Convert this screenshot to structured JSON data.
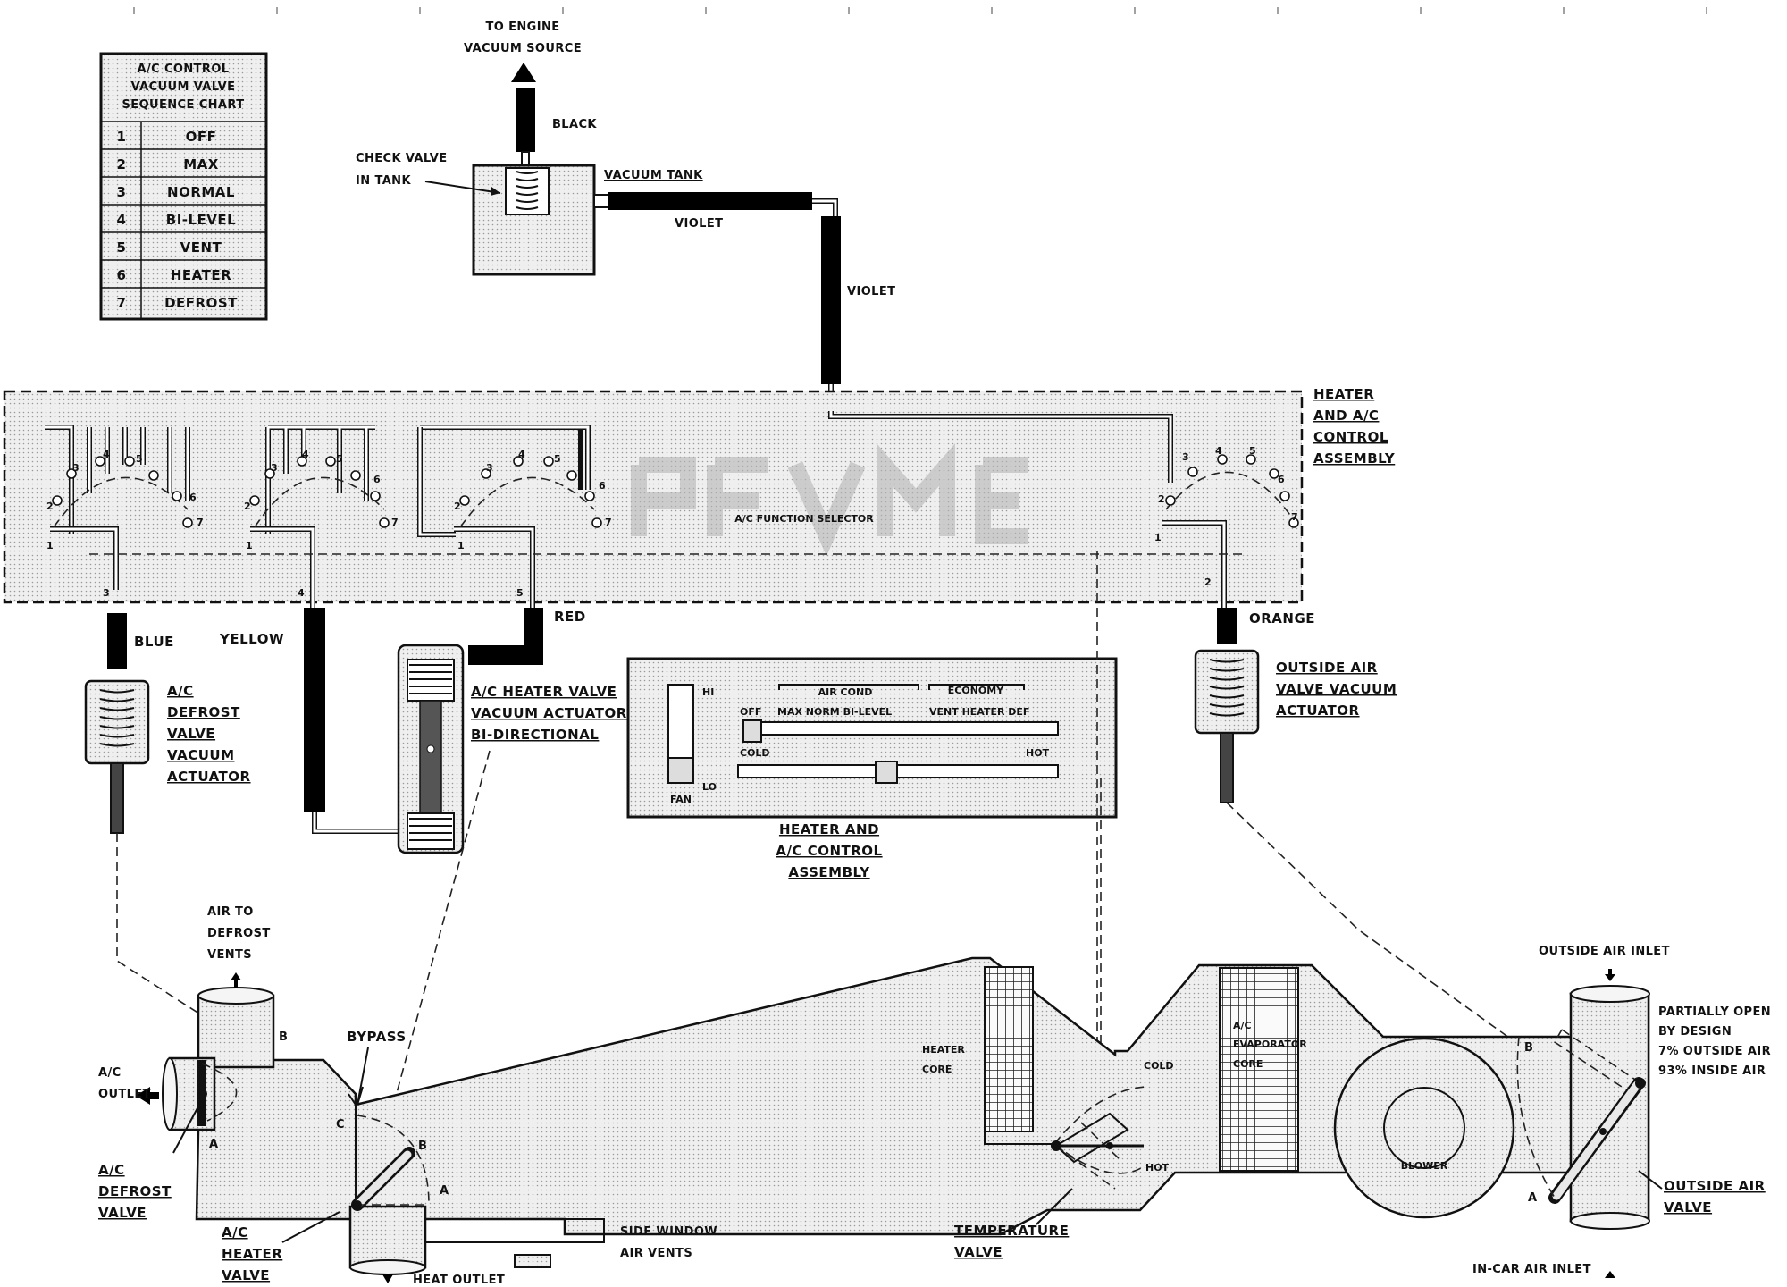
{
  "sequence_chart": {
    "title_lines": [
      "A/C CONTROL",
      "VACUUM VALVE",
      "SEQUENCE CHART"
    ],
    "rows": [
      {
        "num": "1",
        "label": "OFF"
      },
      {
        "num": "2",
        "label": "MAX"
      },
      {
        "num": "3",
        "label": "NORMAL"
      },
      {
        "num": "4",
        "label": "BI-LEVEL"
      },
      {
        "num": "5",
        "label": "VENT"
      },
      {
        "num": "6",
        "label": "HEATER"
      },
      {
        "num": "7",
        "label": "DEFROST"
      }
    ]
  },
  "vacuum_source": {
    "line1": "TO ENGINE",
    "line2": "VACUUM SOURCE",
    "hose_color": "BLACK"
  },
  "tank": {
    "check_valve_line1": "CHECK VALVE",
    "check_valve_line2": "IN TANK",
    "title": "VACUUM TANK",
    "hose1": "VIOLET",
    "hose2": "VIOLET"
  },
  "control_assembly": {
    "title_lines": [
      "HEATER",
      "AND A/C",
      "CONTROL",
      "ASSEMBLY"
    ],
    "selector": "A/C FUNCTION SELECTOR",
    "feed_port": "1"
  },
  "hoses": {
    "blue": "BLUE",
    "yellow": "YELLOW",
    "red": "RED",
    "orange": "ORANGE",
    "blue_port": "3",
    "yellow_port": "4",
    "red_port": "5",
    "orange_port": "2"
  },
  "actuators": {
    "defrost": [
      "A/C",
      "DEFROST",
      "VALVE",
      "VACUUM",
      "ACTUATOR"
    ],
    "heater": [
      "A/C HEATER VALVE",
      "VACUUM ACTUATOR",
      "BI-DIRECTIONAL"
    ],
    "outside_air": [
      "OUTSIDE AIR",
      "VALVE VACUUM",
      "ACTUATOR"
    ]
  },
  "panel": {
    "hi": "HI",
    "lo": "LO",
    "fan": "FAN",
    "off": "OFF",
    "air_cond": "AIR COND",
    "economy": "ECONOMY",
    "modes_left": "MAX NORM BI-LEVEL",
    "modes_right": "VENT  HEATER DEF",
    "cold": "COLD",
    "hot": "HOT",
    "caption": [
      "HEATER AND",
      "A/C CONTROL",
      "ASSEMBLY"
    ]
  },
  "ductwork": {
    "air_to_defrost": [
      "AIR TO",
      "DEFROST",
      "VENTS"
    ],
    "ac_outlet": [
      "A/C",
      "OUTLET"
    ],
    "ac_defrost_valve": [
      "A/C",
      "DEFROST",
      "VALVE"
    ],
    "bypass": "BYPASS",
    "ac_heater_valve": [
      "A/C",
      "HEATER",
      "VALVE"
    ],
    "heat_outlet": "HEAT OUTLET",
    "side_window": [
      "SIDE WINDOW",
      "AIR VENTS"
    ],
    "heater_core": [
      "HEATER",
      "CORE"
    ],
    "cold": "COLD",
    "hot": "HOT",
    "temperature_valve": [
      "TEMPERATURE",
      "VALVE"
    ],
    "evaporator_core": [
      "A/C",
      "EVAPORATOR",
      "CORE"
    ],
    "blower": "BLOWER",
    "outside_air_inlet": "OUTSIDE AIR INLET",
    "partially_open": [
      "PARTIALLY OPEN",
      "BY DESIGN",
      "7% OUTSIDE AIR",
      "93% INSIDE AIR"
    ],
    "outside_air_valve": [
      "OUTSIDE AIR",
      "VALVE"
    ],
    "in_car_air_inlet": "IN-CAR AIR INLET",
    "pos_a": "A",
    "pos_b": "B",
    "pos_c": "C"
  }
}
